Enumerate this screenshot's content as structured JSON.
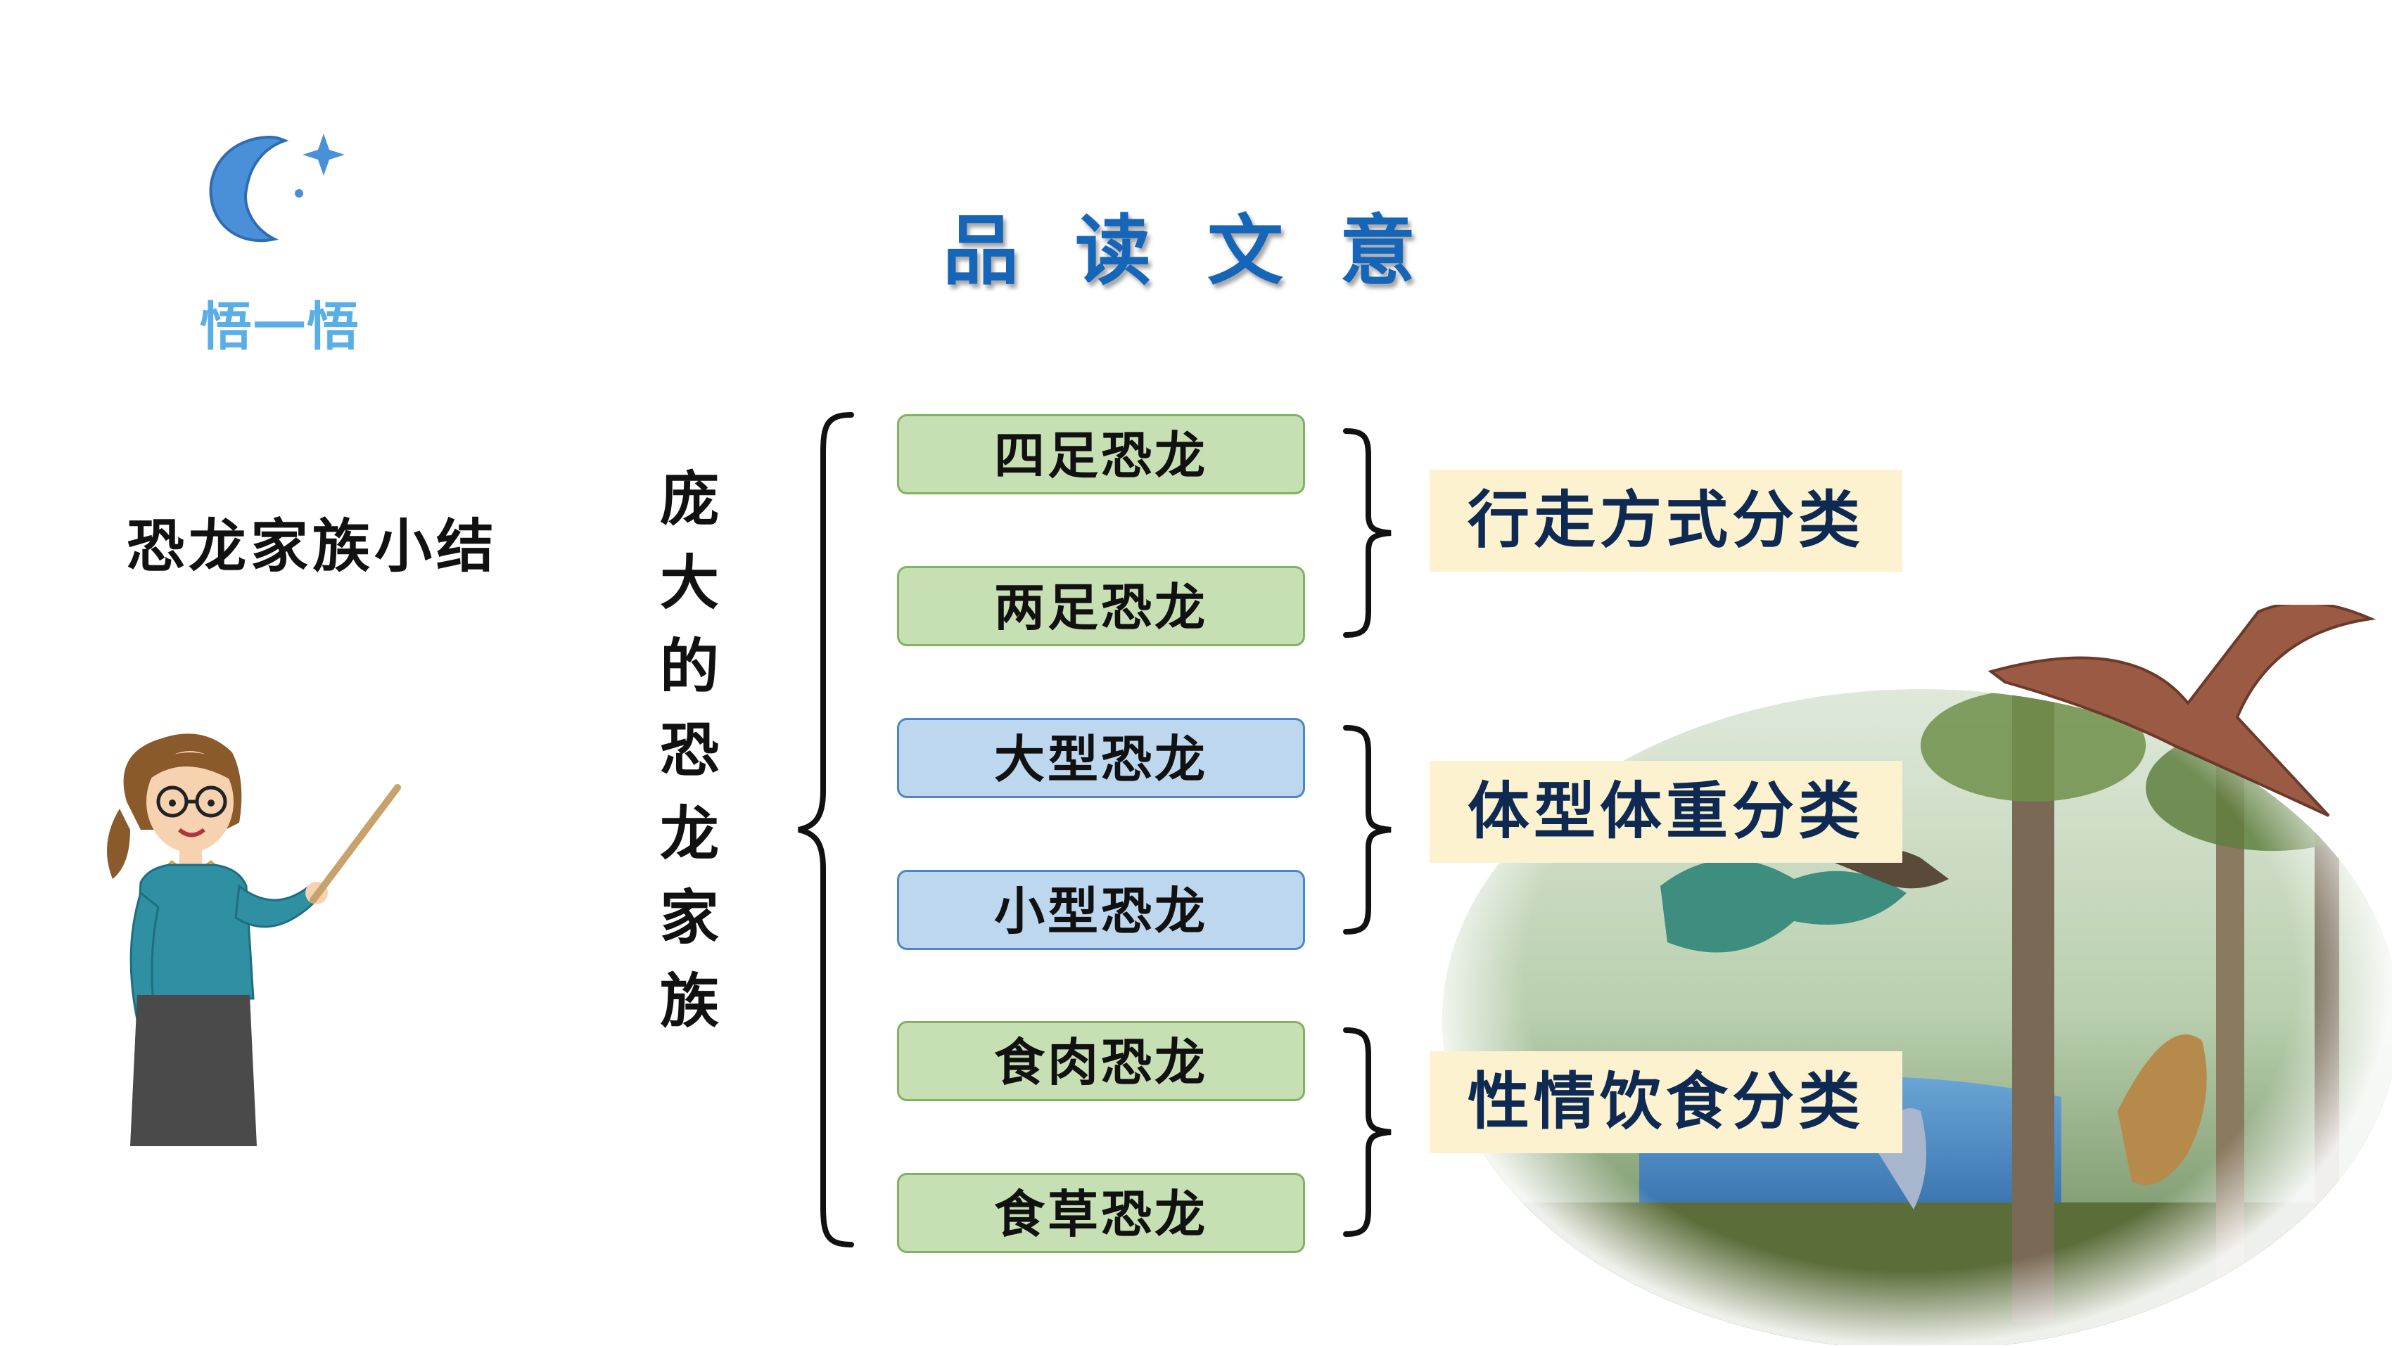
{
  "logo": {
    "icon": "moon-face-star-icon",
    "label": "悟一悟"
  },
  "page_title": "品读文意",
  "summary_title": "恐龙家族小结",
  "vertical_title": [
    "庞",
    "大",
    "的",
    "恐",
    "龙",
    "家",
    "族"
  ],
  "categories": [
    {
      "label": "四足恐龙",
      "color": "#c6e0b4"
    },
    {
      "label": "两足恐龙",
      "color": "#c6e0b4"
    },
    {
      "label": "大型恐龙",
      "color": "#bdd7ee"
    },
    {
      "label": "小型恐龙",
      "color": "#bdd7ee"
    },
    {
      "label": "食肉恐龙",
      "color": "#c6e0b4"
    },
    {
      "label": "食草恐龙",
      "color": "#c6e0b4"
    }
  ],
  "groups": [
    {
      "label": "行走方式分类"
    },
    {
      "label": "体型体重分类"
    },
    {
      "label": "性情饮食分类"
    }
  ],
  "colors": {
    "title_blue": "#1565b8",
    "logo_blue": "#5aaee8",
    "green_box": "#c6e0b4",
    "blue_box": "#bdd7ee",
    "group_bg": "#fdf2d0"
  },
  "images": {
    "teacher": "teacher-with-pointer-illustration",
    "scene": "dinosaur-scene-oval-illustration"
  }
}
